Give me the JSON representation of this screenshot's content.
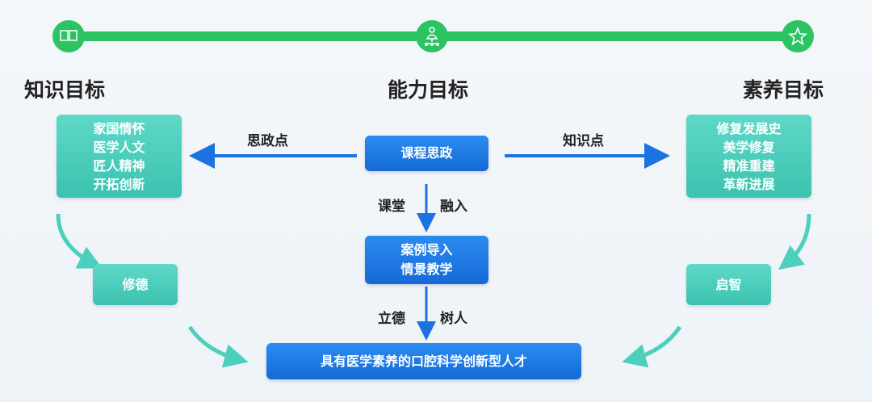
{
  "timeline": {
    "color": "#2cc462",
    "nodes": [
      {
        "icon": "book-icon",
        "title": "知识目标"
      },
      {
        "icon": "network-person-icon",
        "title": "能力目标"
      },
      {
        "icon": "star-icon",
        "title": "素养目标"
      }
    ]
  },
  "left_box": {
    "items": [
      "家国情怀",
      "医学人文",
      "匠人精神",
      "开拓创新"
    ]
  },
  "right_box": {
    "items": [
      "修复发展史",
      "美学修复",
      "精准重建",
      "革新进展"
    ]
  },
  "center": {
    "top": "课程思政",
    "middle": [
      "案例导入",
      "情景教学"
    ],
    "bottom": "具有医学素养的口腔科学创新型人才"
  },
  "labels": {
    "left_arrow": "思政点",
    "right_arrow": "知识点",
    "v1_left": "课堂",
    "v1_right": "融入",
    "v2_left": "立德",
    "v2_right": "树人"
  },
  "outcomes": {
    "left": "修德",
    "right": "启智"
  },
  "colors": {
    "teal": "#3cc2b0",
    "blue": "#1a73e0"
  }
}
